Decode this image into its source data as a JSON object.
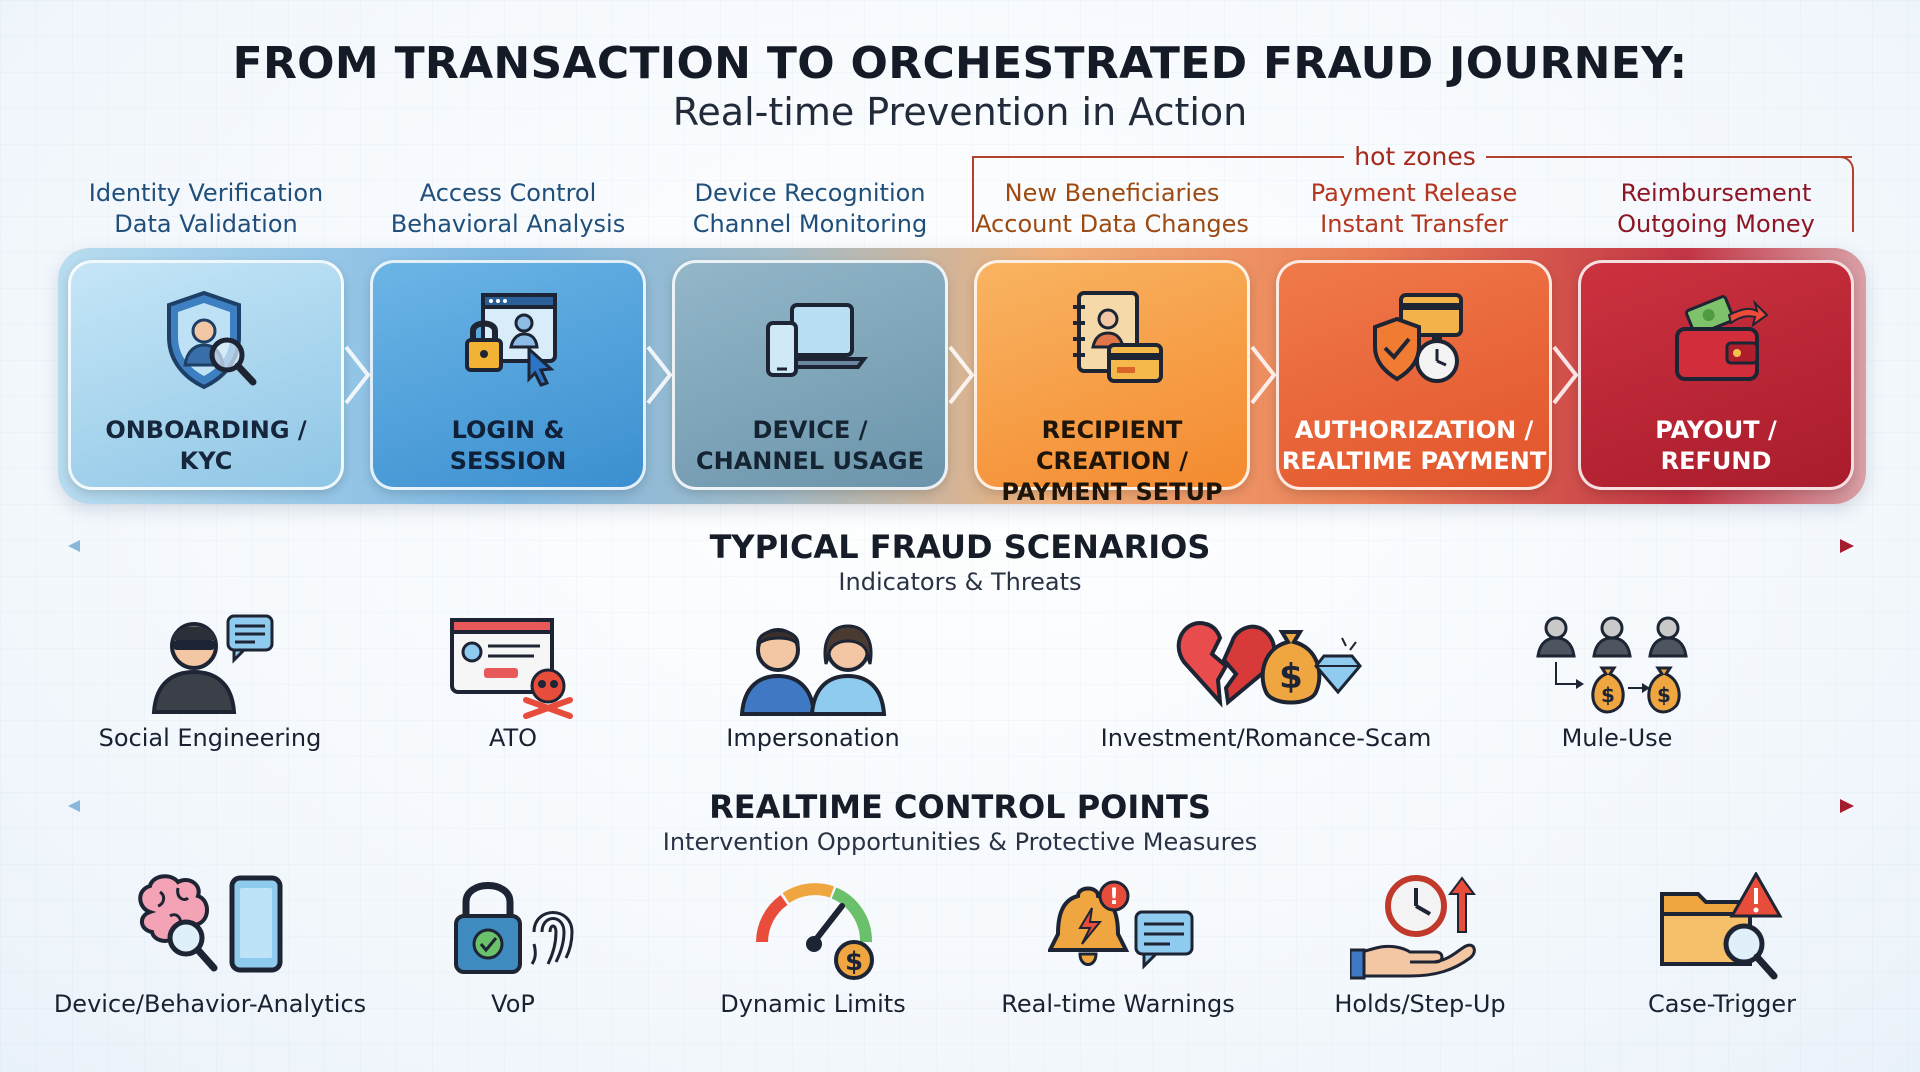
{
  "header": {
    "title": "FROM TRANSACTION TO ORCHESTRATED FRAUD JOURNEY:",
    "subtitle": "Real-time Prevention in Action"
  },
  "hot_zones_label": "hot zones",
  "stages": [
    {
      "caption_1": "Identity Verification",
      "caption_2": "Data Validation",
      "label_1": "ONBOARDING /",
      "label_2": "KYC",
      "icon": "shield-person-search-icon",
      "color": "#a8d6ef"
    },
    {
      "caption_1": "Access Control",
      "caption_2": "Behavioral Analysis",
      "label_1": "LOGIN &",
      "label_2": "SESSION",
      "icon": "login-lock-cursor-icon",
      "color": "#4fa2dc"
    },
    {
      "caption_1": "Device Recognition",
      "caption_2": "Channel Monitoring",
      "label_1": "DEVICE /",
      "label_2": "CHANNEL USAGE",
      "icon": "phone-laptop-icon",
      "color": "#7fa5b8"
    },
    {
      "caption_1": "New Beneficiaries",
      "caption_2": "Account Data Changes",
      "label_1": "RECIPIENT CREATION /",
      "label_2": "PAYMENT SETUP",
      "icon": "address-book-card-icon",
      "color": "#f59a3e"
    },
    {
      "caption_1": "Payment Release",
      "caption_2": "Instant Transfer",
      "label_1": "AUTHORIZATION /",
      "label_2": "REALTIME PAYMENT",
      "icon": "card-shield-stopwatch-icon",
      "color": "#e8582e"
    },
    {
      "caption_1": "Reimbursement",
      "caption_2": "Outgoing Money",
      "label_1": "PAYOUT /",
      "label_2": "REFUND",
      "icon": "wallet-money-icon",
      "color": "#b81f31"
    }
  ],
  "caption_colors": [
    "#1f4f7a",
    "#1f4f7a",
    "#1f4f7a",
    "#9c4a12",
    "#b3361f",
    "#8e1624"
  ],
  "scenarios": {
    "title": "TYPICAL FRAUD SCENARIOS",
    "subtitle": "Indicators & Threats",
    "items": [
      {
        "label": "Social Engineering",
        "icon": "masked-hacker-chat-icon"
      },
      {
        "label": "ATO",
        "icon": "profile-skull-icon"
      },
      {
        "label": "Impersonation",
        "icon": "two-people-icon"
      },
      {
        "label": "Investment/Romance-Scam",
        "icon": "broken-heart-money-diamond-icon"
      },
      {
        "label": "Mule-Use",
        "icon": "people-money-bags-icon"
      }
    ]
  },
  "controls": {
    "title": "REALTIME CONTROL POINTS",
    "subtitle": "Intervention Opportunities & Protective Measures",
    "items": [
      {
        "label": "Device/Behavior-Analytics",
        "icon": "brain-phone-search-icon"
      },
      {
        "label": "VoP",
        "icon": "padlock-fingerprint-icon"
      },
      {
        "label": "Dynamic Limits",
        "icon": "gauge-dollar-icon"
      },
      {
        "label": "Real-time Warnings",
        "icon": "bell-alert-chat-icon"
      },
      {
        "label": "Holds/Step-Up",
        "icon": "clock-hand-arrow-icon"
      },
      {
        "label": "Case-Trigger",
        "icon": "folder-search-warning-icon"
      }
    ]
  }
}
